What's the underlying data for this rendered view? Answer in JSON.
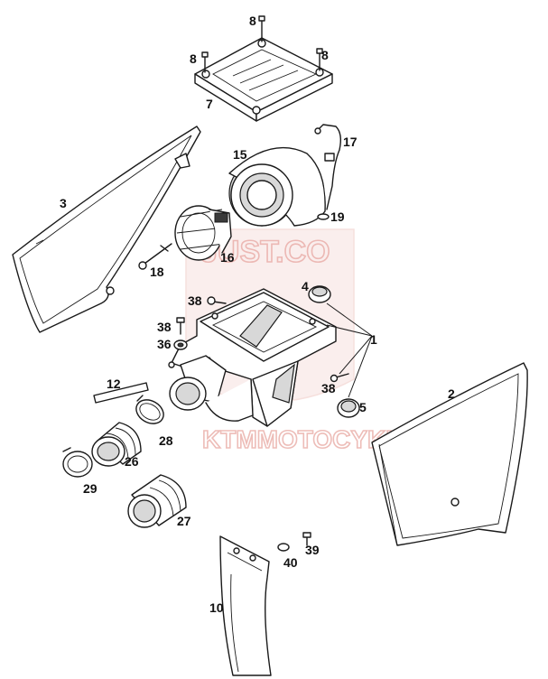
{
  "watermark": {
    "top_text": "JUST.CO",
    "bottom_text": "KTMMOTOCYKLE.E",
    "tint": "#e8a7a1"
  },
  "labels": {
    "p1": "1",
    "p2": "2",
    "p3": "3",
    "p4": "4",
    "p5": "5",
    "p7": "7",
    "p8a": "8",
    "p8b": "8",
    "p8c": "8",
    "p10": "10",
    "p12": "12",
    "p15": "15",
    "p16": "16",
    "p17": "17",
    "p18": "18",
    "p19": "19",
    "p26": "26",
    "p27": "27",
    "p28": "28",
    "p29": "29",
    "p36": "36",
    "p38a": "38",
    "p38b": "38",
    "p38c": "38",
    "p39": "39",
    "p40": "40"
  }
}
